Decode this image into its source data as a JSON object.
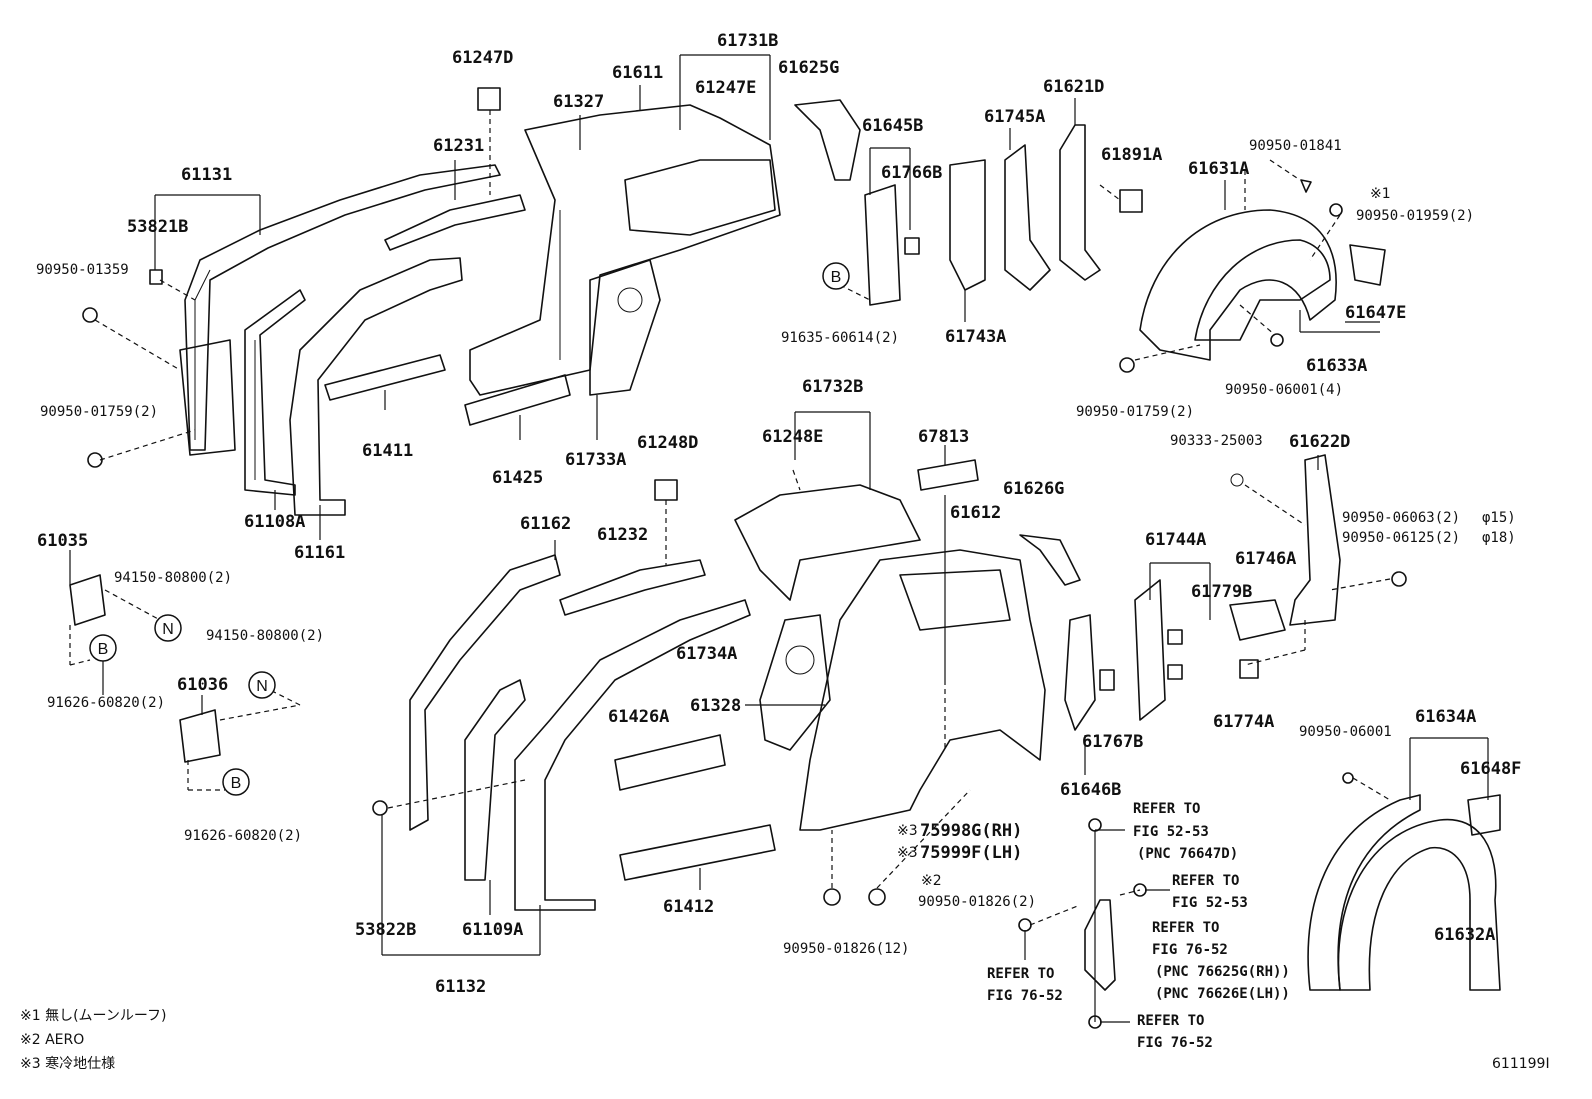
{
  "labels": {
    "l61247D": "61247D",
    "l61731B": "61731B",
    "l61611": "61611",
    "l61247E": "61247E",
    "l61625G": "61625G",
    "l61327": "61327",
    "l61231": "61231",
    "l61131": "61131",
    "l53821B": "53821B",
    "l90950_01359": "90950-01359",
    "l90950_01759_a": "90950-01759(2)",
    "l61411": "61411",
    "l61108A": "61108A",
    "l61161": "61161",
    "l61425": "61425",
    "l61733A": "61733A",
    "l61645B": "61645B",
    "l61766B": "61766B",
    "l91635_60614": "91635-60614(2)",
    "l61745A": "61745A",
    "l61743A": "61743A",
    "l61621D": "61621D",
    "l61891A": "61891A",
    "l90950_01841": "90950-01841",
    "l61631A": "61631A",
    "l90950_01959": "90950-01959(2)",
    "l61647E": "61647E",
    "l61633A": "61633A",
    "l90950_06001_4": "90950-06001(4)",
    "l90950_01759_b": "90950-01759(2)",
    "l61035": "61035",
    "l94150_80800_a": "94150-80800(2)",
    "l94150_80800_b": "94150-80800(2)",
    "l91626_60820_a": "91626-60820(2)",
    "l61036": "61036",
    "l91626_60820_b": "91626-60820(2)",
    "l61248D": "61248D",
    "l61162": "61162",
    "l61232": "61232",
    "l61732B": "61732B",
    "l61248E": "61248E",
    "l67813": "67813",
    "l61612": "61612",
    "l61626G": "61626G",
    "l90333_25003": "90333-25003",
    "l61622D": "61622D",
    "l90950_06063": "90950-06063(2)",
    "l90950_06125": "90950-06125(2)",
    "dia15": "φ15)",
    "dia18": "φ18)",
    "l61744A": "61744A",
    "l61746A": "61746A",
    "l61779B": "61779B",
    "l61774A": "61774A",
    "l61734A": "61734A",
    "l61328": "61328",
    "l61426A": "61426A",
    "l61767B": "61767B",
    "l61646B": "61646B",
    "l75998G": "75998G(RH)",
    "l75999F": "75999F(LH)",
    "l90950_01826_2": "90950-01826(2)",
    "l90950_01826_12": "90950-01826(12)",
    "l61412": "61412",
    "l53822B": "53822B",
    "l61109A": "61109A",
    "l61132": "61132",
    "l90950_06001": "90950-06001",
    "l61634A": "61634A",
    "l61648F": "61648F",
    "l61632A": "61632A"
  },
  "marks": {
    "star1": "※1",
    "star2": "※2",
    "star3": "※3",
    "circle_b": "B",
    "circle_n": "N"
  },
  "refs": {
    "r1_a": "REFER TO",
    "r1_b": "FIG 52-53",
    "r1_c": "(PNC 76647D)",
    "r2_a": "REFER TO",
    "r2_b": "FIG 52-53",
    "r3_a": "REFER TO",
    "r3_b": "FIG 76-52",
    "r3_c": "(PNC 76625G(RH))",
    "r3_d": "(PNC 76626E(LH))",
    "r4_a": "REFER TO",
    "r4_b": "FIG 76-52",
    "r5_a": "REFER TO",
    "r5_b": "FIG 76-52"
  },
  "footnotes": {
    "n1": "※1 無し(ムーンルーフ)",
    "n2": "※2 AERO",
    "n3": "※3 寒冷地仕様"
  },
  "figure_code": "611199I"
}
